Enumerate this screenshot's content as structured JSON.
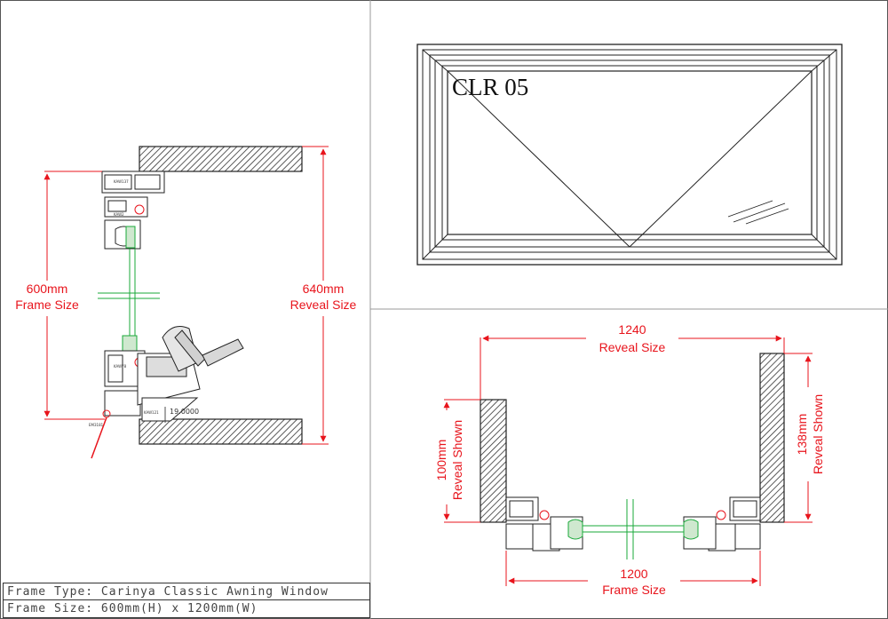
{
  "side_section": {
    "frame_dim": {
      "value": "600mm",
      "label": "Frame Size"
    },
    "reveal_dim": {
      "value": "640mm",
      "label": "Reveal Size"
    },
    "spacer_value": "19.0000",
    "codes": [
      "KAW137",
      "KAW2",
      "KAW78",
      "KAW121",
      "EM3181"
    ]
  },
  "elevation": {
    "label": "CLR 05"
  },
  "plan_section": {
    "reveal_top": {
      "value": "1240",
      "label": "Reveal Size"
    },
    "frame_bottom": {
      "value": "1200",
      "label": "Frame Size"
    },
    "left_reveal": {
      "value": "100mm",
      "label": "Reveal Shown"
    },
    "right_reveal": {
      "value": "138mm",
      "label": "Reveal Shown"
    }
  },
  "title_block": {
    "frame_type": "Frame Type: Carinya Classic Awning Window",
    "frame_size": "Frame Size: 600mm(H) x 1200mm(W)"
  },
  "colors": {
    "dimension": "#e8141c",
    "glass": "#1aa83a",
    "line": "#222222"
  }
}
